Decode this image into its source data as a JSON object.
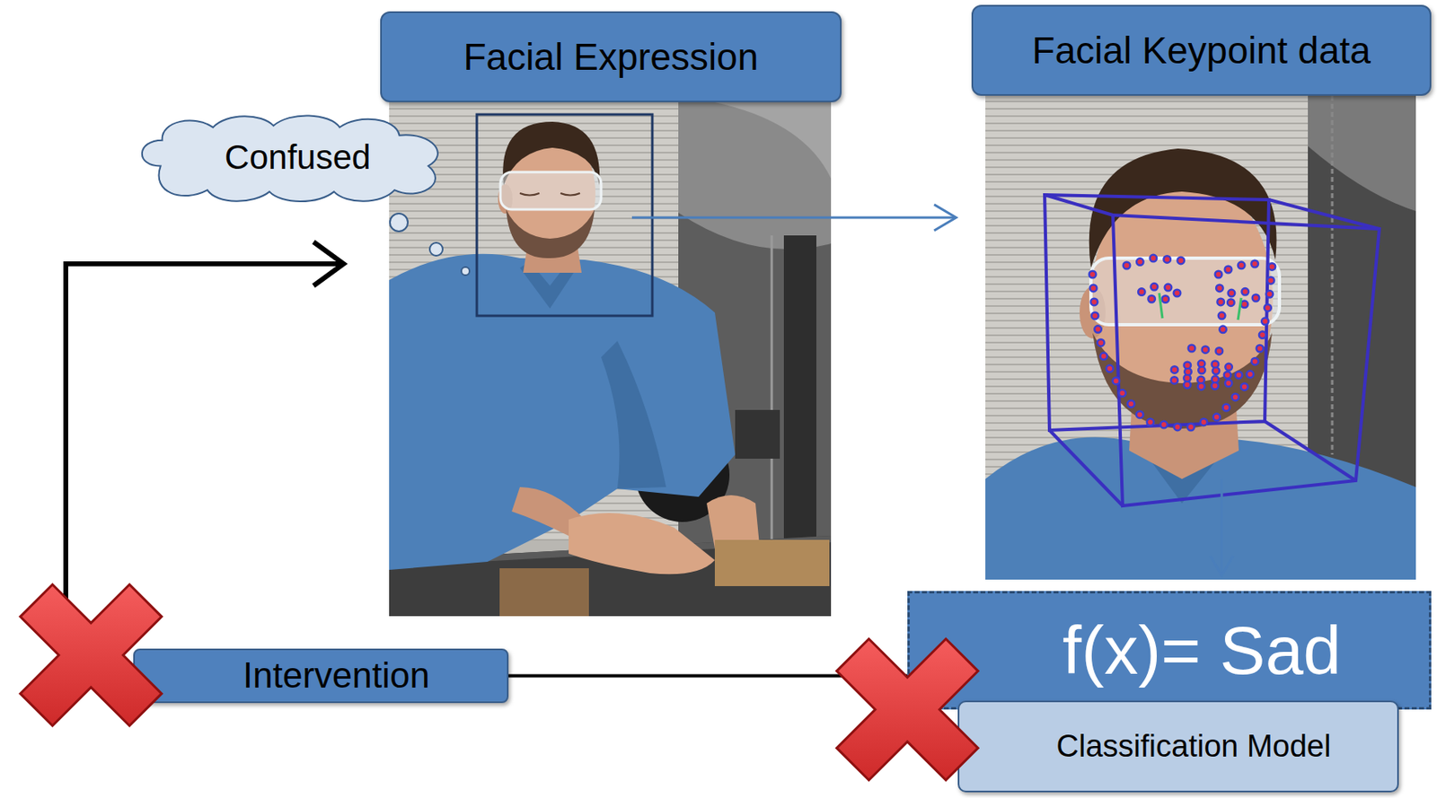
{
  "diagram": {
    "nodes": [
      {
        "text": [
          "Facial Expression"
        ]
      },
      {
        "text": [
          "Facial Keypoint data"
        ]
      },
      {
        "text": [
          "Confused"
        ]
      },
      {
        "text": [
          "f(x)= Sad"
        ]
      },
      {
        "text": [
          "Intervention"
        ]
      },
      {
        "text": [
          "Classification Model"
        ]
      }
    ],
    "edges": [
      {
        "from": 3,
        "to": 4,
        "arrow": "none"
      }
    ]
  }
}
